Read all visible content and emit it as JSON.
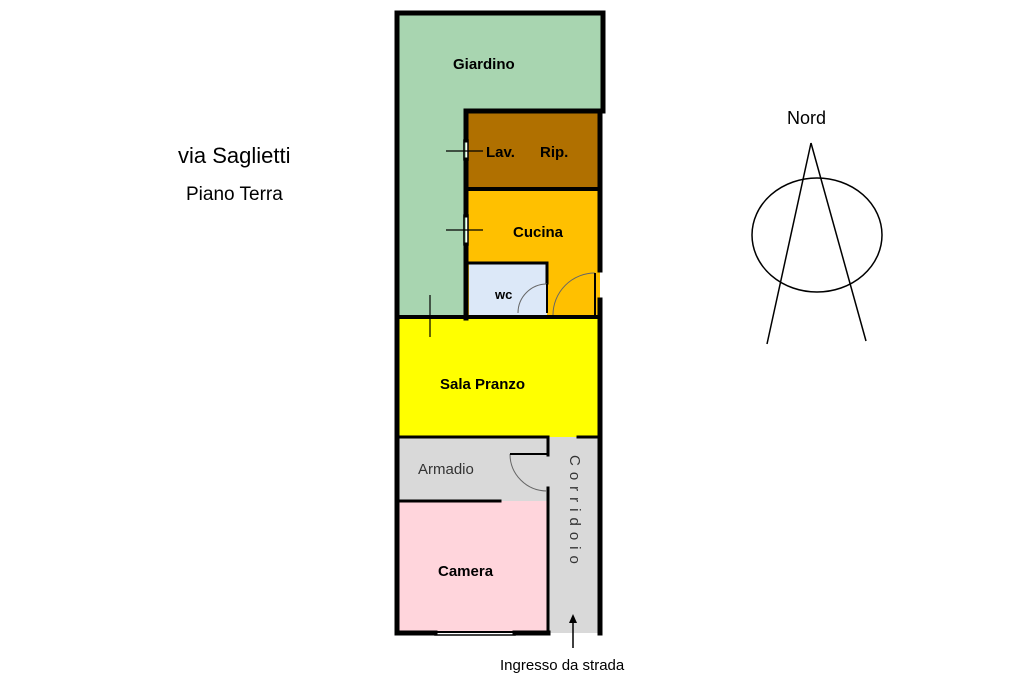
{
  "address": {
    "street": "via Saglietti",
    "floor": "Piano Terra"
  },
  "compass": {
    "label": "Nord"
  },
  "rooms": {
    "garden": "Giardino",
    "laundry": "Lav.",
    "storage": "Rip.",
    "kitchen": "Cucina",
    "wc": "wc",
    "dining": "Sala Pranzo",
    "wardrobe": "Armadio",
    "corridor": "Corridoio",
    "bedroom": "Camera"
  },
  "entrance": {
    "label": "Ingresso da strada"
  },
  "colors": {
    "garden": "#a8d5b0",
    "utility": "#b07000",
    "kitchen": "#ffc000",
    "wc": "#dce8f8",
    "dining": "#ffff00",
    "wardrobe": "#d9d9d9",
    "corridor": "#d9d9d9",
    "bedroom": "#ffd5dc",
    "wall": "#000000"
  }
}
